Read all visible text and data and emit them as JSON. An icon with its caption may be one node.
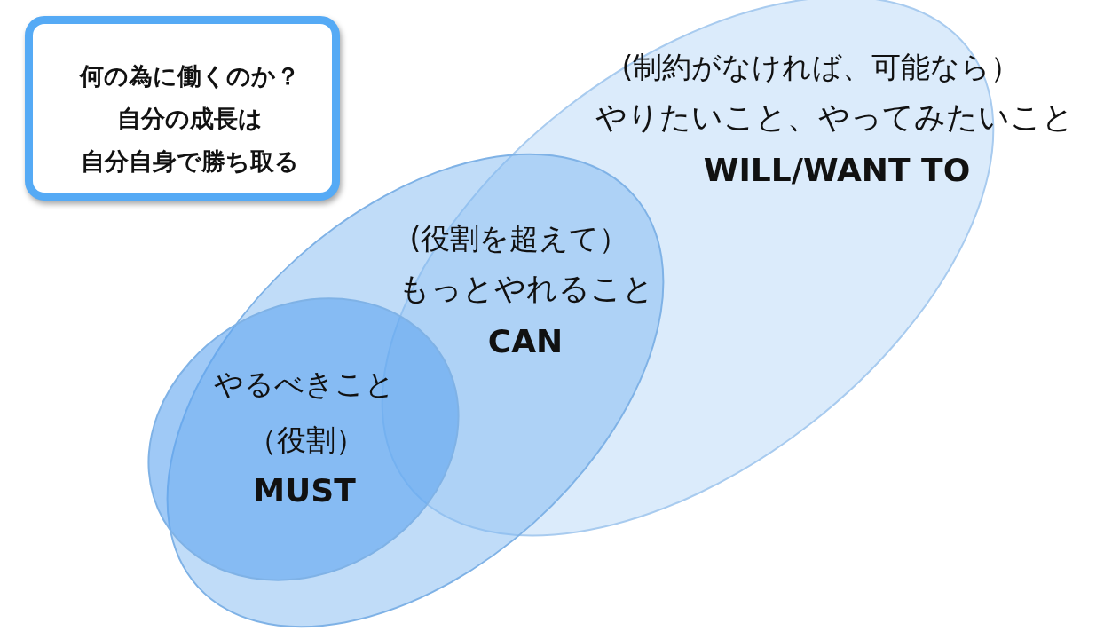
{
  "diagram": {
    "nodes": [
      {
        "text": [
          "何の為に働くのか？",
          "自分の成長は",
          "自分自身で勝ち取る"
        ]
      },
      {
        "text": [
          "(制約がなければ、可能なら）",
          "やりたいこと、やってみたいこと",
          "WILL/WANT TO"
        ]
      },
      {
        "text": [
          "(役割を超えて）",
          "もっとやれること",
          "CAN"
        ]
      },
      {
        "text": [
          "やるべきこと",
          "（役割）",
          "MUST"
        ]
      }
    ]
  }
}
